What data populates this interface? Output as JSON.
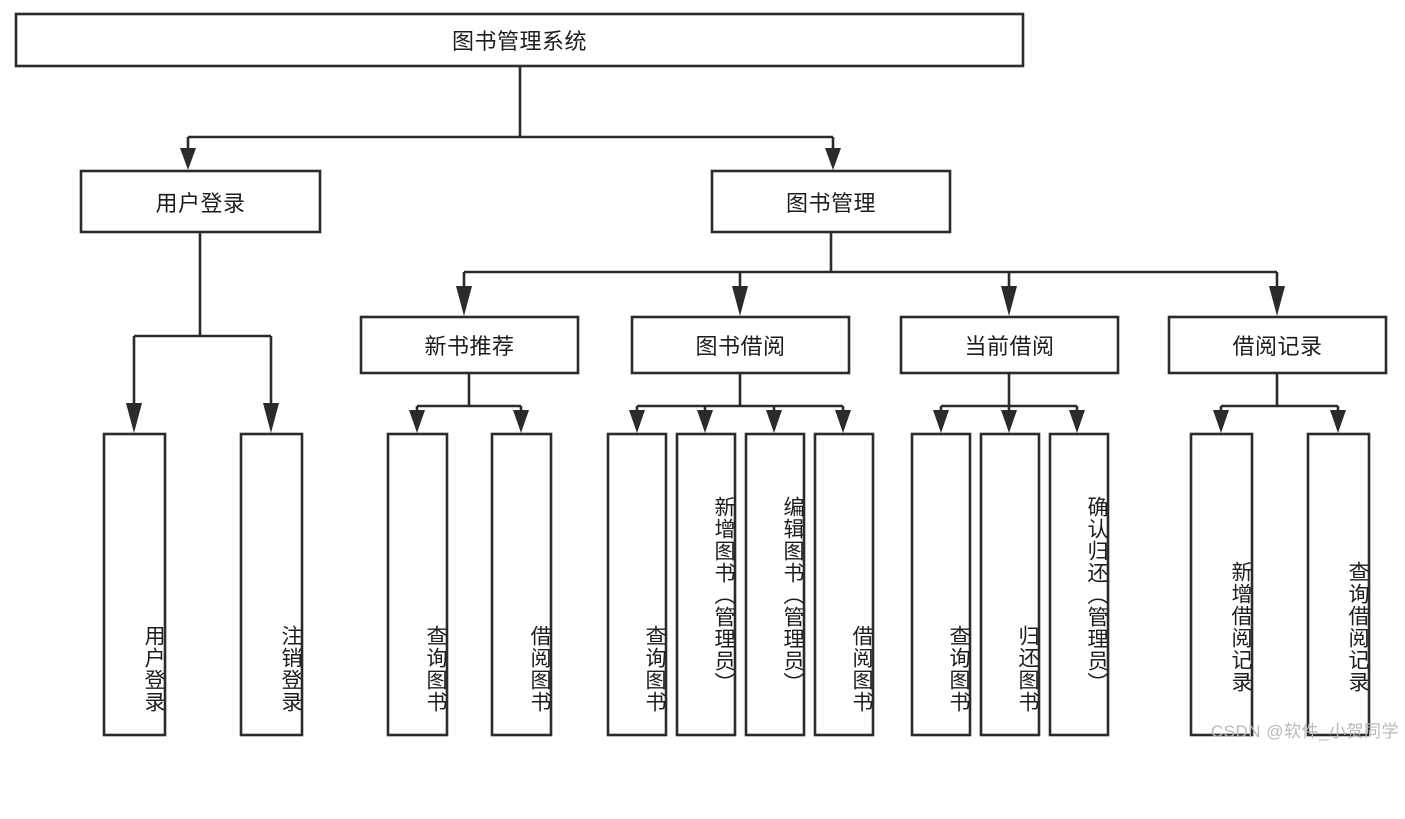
{
  "diagram": {
    "type": "tree-hierarchy-chart",
    "title": "图书管理系统",
    "stroke_color": "#2b2b2b",
    "fill_color": "#ffffff",
    "text_color": "#1d1d1d",
    "watermark": "CSDN @软件_小贺同学",
    "levels": {
      "level1": [
        {
          "id": "root",
          "label": "图书管理系统",
          "orientation": "horizontal"
        }
      ],
      "level2": [
        {
          "id": "user-login",
          "label": "用户登录",
          "orientation": "horizontal"
        },
        {
          "id": "book-manage",
          "label": "图书管理",
          "orientation": "horizontal"
        }
      ],
      "level3": [
        {
          "id": "new-book-recommend",
          "label": "新书推荐",
          "orientation": "horizontal"
        },
        {
          "id": "book-borrow",
          "label": "图书借阅",
          "orientation": "horizontal"
        },
        {
          "id": "current-borrow",
          "label": "当前借阅",
          "orientation": "horizontal"
        },
        {
          "id": "borrow-record",
          "label": "借阅记录",
          "orientation": "horizontal"
        }
      ],
      "level4": [
        {
          "id": "leaf-user-login",
          "label": "用户登录",
          "parent": "user-login",
          "orientation": "vertical"
        },
        {
          "id": "leaf-logout-login",
          "label": "注销登录",
          "parent": "user-login",
          "orientation": "vertical"
        },
        {
          "id": "leaf-query-book-1",
          "label": "查询图书",
          "parent": "new-book-recommend",
          "orientation": "vertical"
        },
        {
          "id": "leaf-borrow-book-1",
          "label": "借阅图书",
          "parent": "new-book-recommend",
          "orientation": "vertical"
        },
        {
          "id": "leaf-query-book-2",
          "label": "查询图书",
          "parent": "book-borrow",
          "orientation": "vertical"
        },
        {
          "id": "leaf-add-book",
          "label": "新增图书（管理员）",
          "parent": "book-borrow",
          "orientation": "vertical"
        },
        {
          "id": "leaf-edit-book",
          "label": "编辑图书（管理员）",
          "parent": "book-borrow",
          "orientation": "vertical"
        },
        {
          "id": "leaf-borrow-book-2",
          "label": "借阅图书",
          "parent": "book-borrow",
          "orientation": "vertical"
        },
        {
          "id": "leaf-query-book-3",
          "label": "查询图书",
          "parent": "current-borrow",
          "orientation": "vertical"
        },
        {
          "id": "leaf-return-book",
          "label": "归还图书",
          "parent": "current-borrow",
          "orientation": "vertical"
        },
        {
          "id": "leaf-confirm-return",
          "label": "确认归还（管理员）",
          "parent": "current-borrow",
          "orientation": "vertical"
        },
        {
          "id": "leaf-add-record",
          "label": "新增借阅记录",
          "parent": "borrow-record",
          "orientation": "vertical"
        },
        {
          "id": "leaf-query-record",
          "label": "查询借阅记录",
          "parent": "borrow-record",
          "orientation": "vertical"
        }
      ]
    }
  }
}
